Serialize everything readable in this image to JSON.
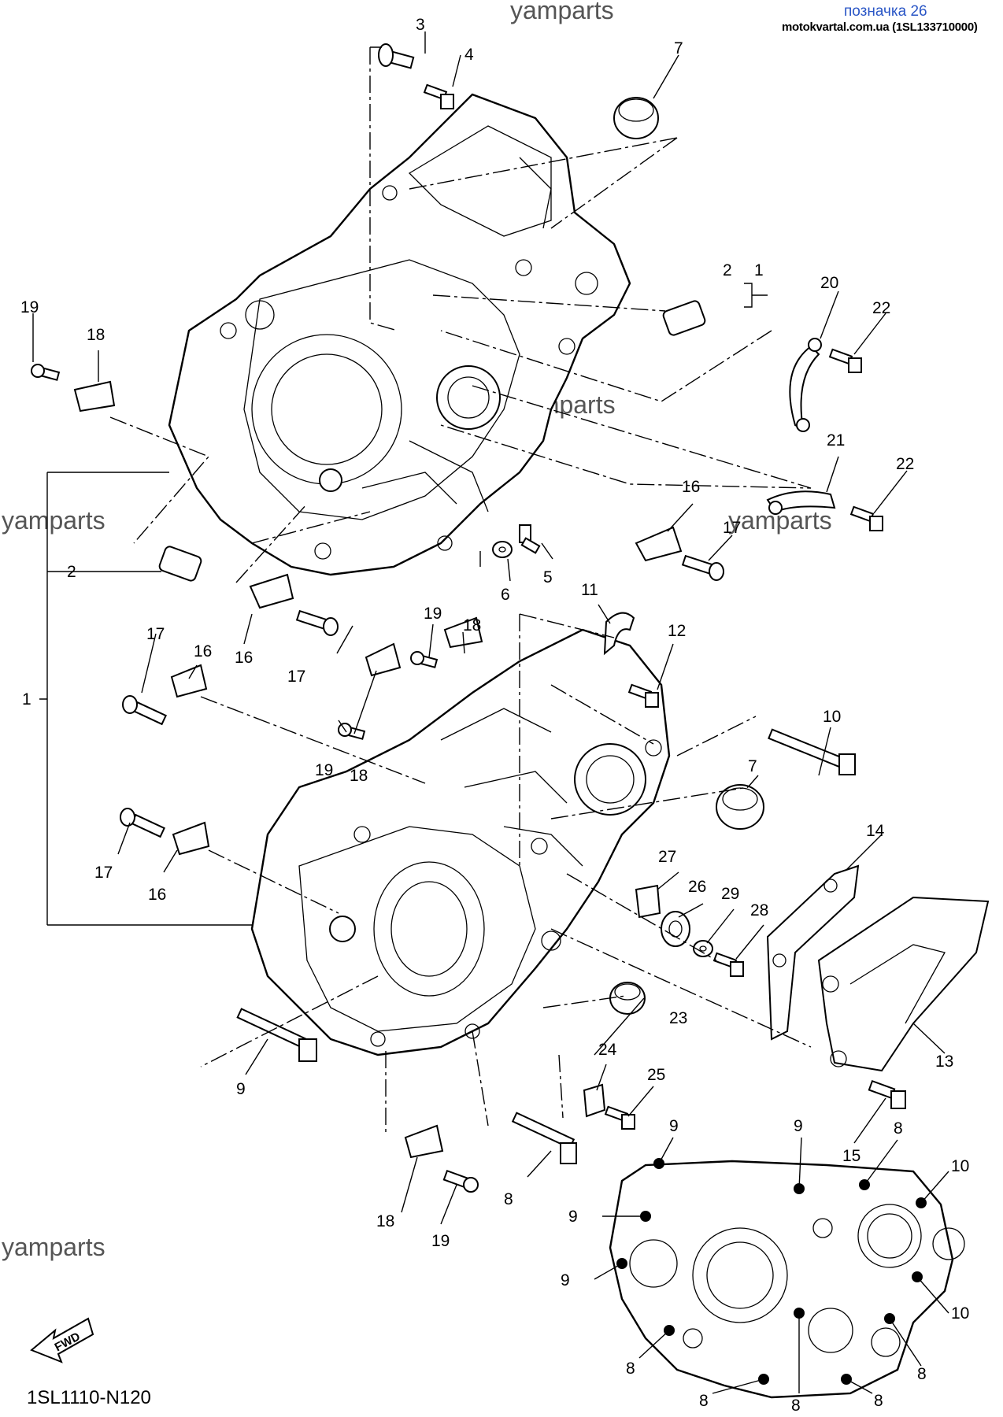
{
  "header": {
    "label": "позначка 26",
    "source": "motokvartal.com.ua (1SL133710000)"
  },
  "watermark": "yamparts",
  "diagram_code": "1SL1110-N120",
  "fwd_label": "FWD",
  "callouts": {
    "c1a": "1",
    "c1b": "1",
    "c2a": "2",
    "c2b": "2",
    "c3": "3",
    "c4": "4",
    "c5": "5",
    "c6": "6",
    "c7a": "7",
    "c7b": "7",
    "c8a": "8",
    "c8b": "8",
    "c8c": "8",
    "c8d": "8",
    "c8e": "8",
    "c8f": "8",
    "c8g": "8",
    "c9a": "9",
    "c9b": "9",
    "c9c": "9",
    "c9d": "9",
    "c9e": "9",
    "c10a": "10",
    "c10b": "10",
    "c10c": "10",
    "c11": "11",
    "c12": "12",
    "c13": "13",
    "c14": "14",
    "c15": "15",
    "c16a": "16",
    "c16b": "16",
    "c16c": "16",
    "c16d": "16",
    "c17a": "17",
    "c17b": "17",
    "c17c": "17",
    "c17d": "17",
    "c18a": "18",
    "c18b": "18",
    "c18c": "18",
    "c18d": "18",
    "c19a": "19",
    "c19b": "19",
    "c19c": "19",
    "c19d": "19",
    "c20": "20",
    "c21": "21",
    "c22a": "22",
    "c22b": "22",
    "c23": "23",
    "c24": "24",
    "c25": "25",
    "c26": "26",
    "c27": "27",
    "c28": "28",
    "c29": "29"
  }
}
